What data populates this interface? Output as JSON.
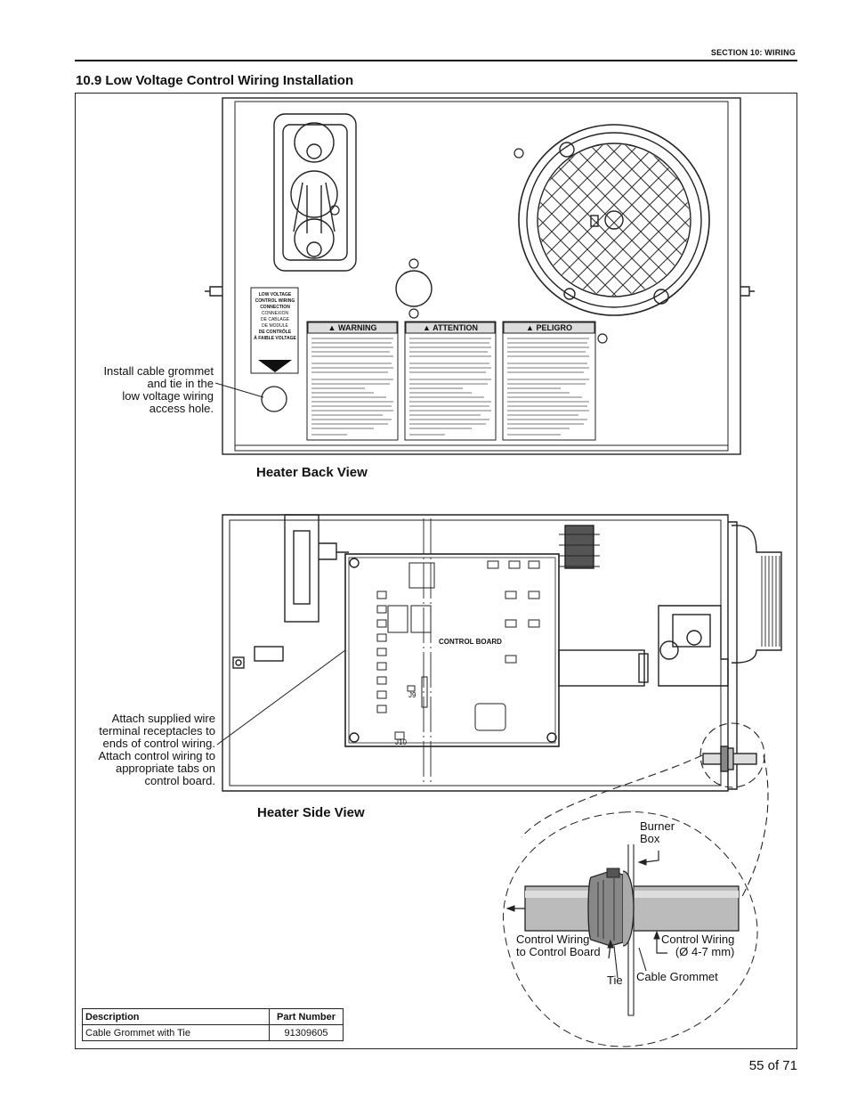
{
  "header": {
    "section": "SECTION 10: WIRING",
    "title": "10.9 Low Voltage Control Wiring Installation"
  },
  "back_view": {
    "label": "Heater Back View",
    "callout": [
      "Install cable grommet",
      "and tie in the",
      "low voltage wiring",
      "access hole."
    ],
    "sticker": [
      "LOW VOLTAGE",
      "CONTROL WIRING",
      "CONNECTION",
      "CONNEXION",
      "DE CABLAGE",
      "DE MODULE",
      "DE CONTRÔLE",
      "À FAIBLE VOLTAGE"
    ],
    "warnings": [
      "▲ WARNING",
      "▲ ATTENTION",
      "▲ PELIGRO"
    ]
  },
  "side_view": {
    "label": "Heater Side View",
    "callout": [
      "Attach supplied wire",
      "terminal receptacles to",
      "ends of control wiring.",
      "Attach control wiring to",
      "appropriate tabs on",
      "control board."
    ],
    "board_label": "CONTROL BOARD",
    "j9": "J9",
    "j10": "J10"
  },
  "detail": {
    "burner_box": [
      "Burner",
      "Box"
    ],
    "wiring_to_board": [
      "Control Wiring",
      "to Control Board"
    ],
    "wiring_size": [
      "Control Wiring",
      "(Ø 4-7 mm)"
    ],
    "tie": "Tie",
    "grommet": "Cable Grommet"
  },
  "parts_table": {
    "headers": [
      "Description",
      "Part Number"
    ],
    "rows": [
      [
        "Cable Grommet with Tie",
        "91309605"
      ]
    ]
  },
  "footer": {
    "page": "55 of 71"
  }
}
